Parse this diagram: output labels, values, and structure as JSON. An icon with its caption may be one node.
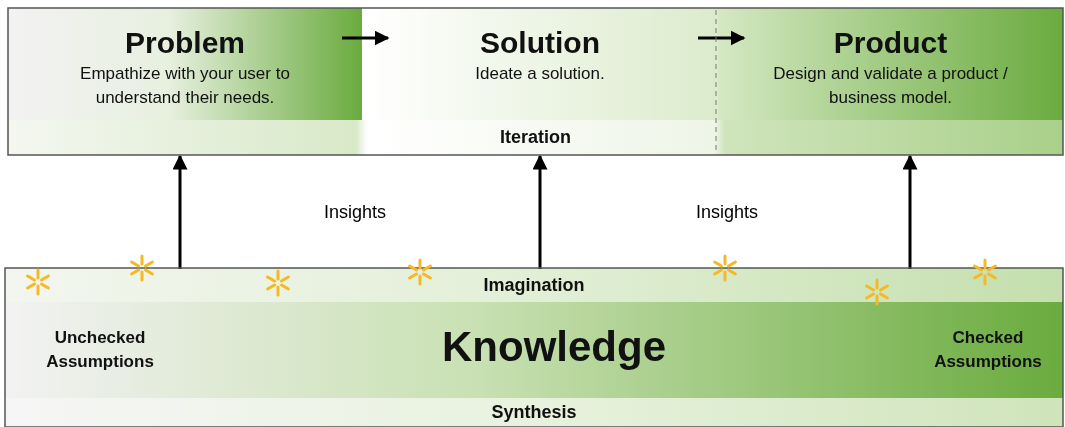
{
  "diagram": {
    "nodes": [
      {
        "text": [
          "Problem",
          "Empathize with your user to understand their needs."
        ]
      },
      {
        "text": [
          "Solution",
          "Ideate a solution."
        ]
      },
      {
        "text": [
          "Product",
          "Design and validate a product / business model."
        ]
      },
      {
        "text": [
          "Iteration"
        ]
      },
      {
        "text": [
          "Imagination"
        ]
      },
      {
        "text": [
          "Unchecked Assumptions",
          "Knowledge",
          "Checked Assumptions"
        ]
      },
      {
        "text": [
          "Synthesis"
        ]
      }
    ],
    "edges": [
      {
        "from": 0,
        "to": 1,
        "arrow": "to"
      },
      {
        "from": 1,
        "to": 2,
        "arrow": "to"
      },
      {
        "from": 4,
        "to": 3,
        "arrow": "to"
      },
      {
        "from": 4,
        "to": 3,
        "arrow": "to"
      },
      {
        "from": 4,
        "to": 3,
        "arrow": "to"
      }
    ],
    "labels": [
      "Insights",
      "Insights"
    ]
  }
}
